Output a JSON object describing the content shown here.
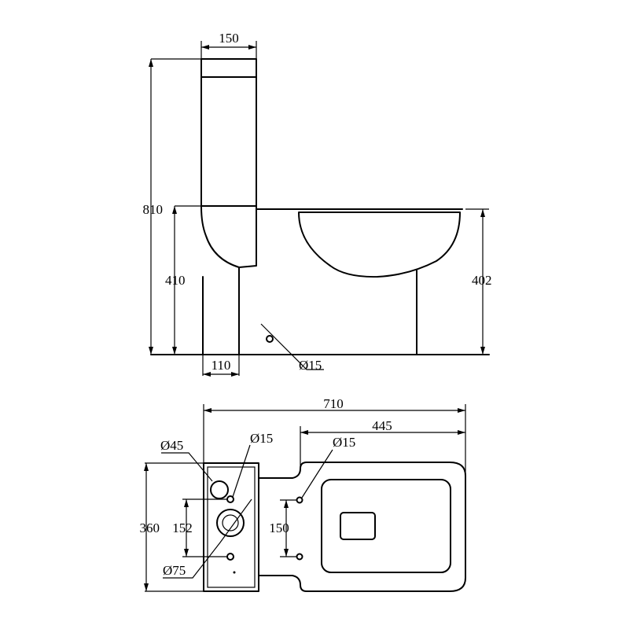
{
  "side_view": {
    "tank_width": "150",
    "overall_height": "810",
    "pan_height": "410",
    "outlet_offset": "110",
    "pan_depth": "402",
    "inlet_diameter": "Ø15"
  },
  "plan_view": {
    "overall_length": "710",
    "pan_length": "445",
    "flush_valve_diameter": "Ø45",
    "tank_inlet_diameter": "Ø15",
    "fixing_diameter": "Ø15",
    "tank_depth": "360",
    "tank_hole_spacing": "152",
    "fixing_spacing": "150",
    "outlet_diameter": "Ø75"
  }
}
